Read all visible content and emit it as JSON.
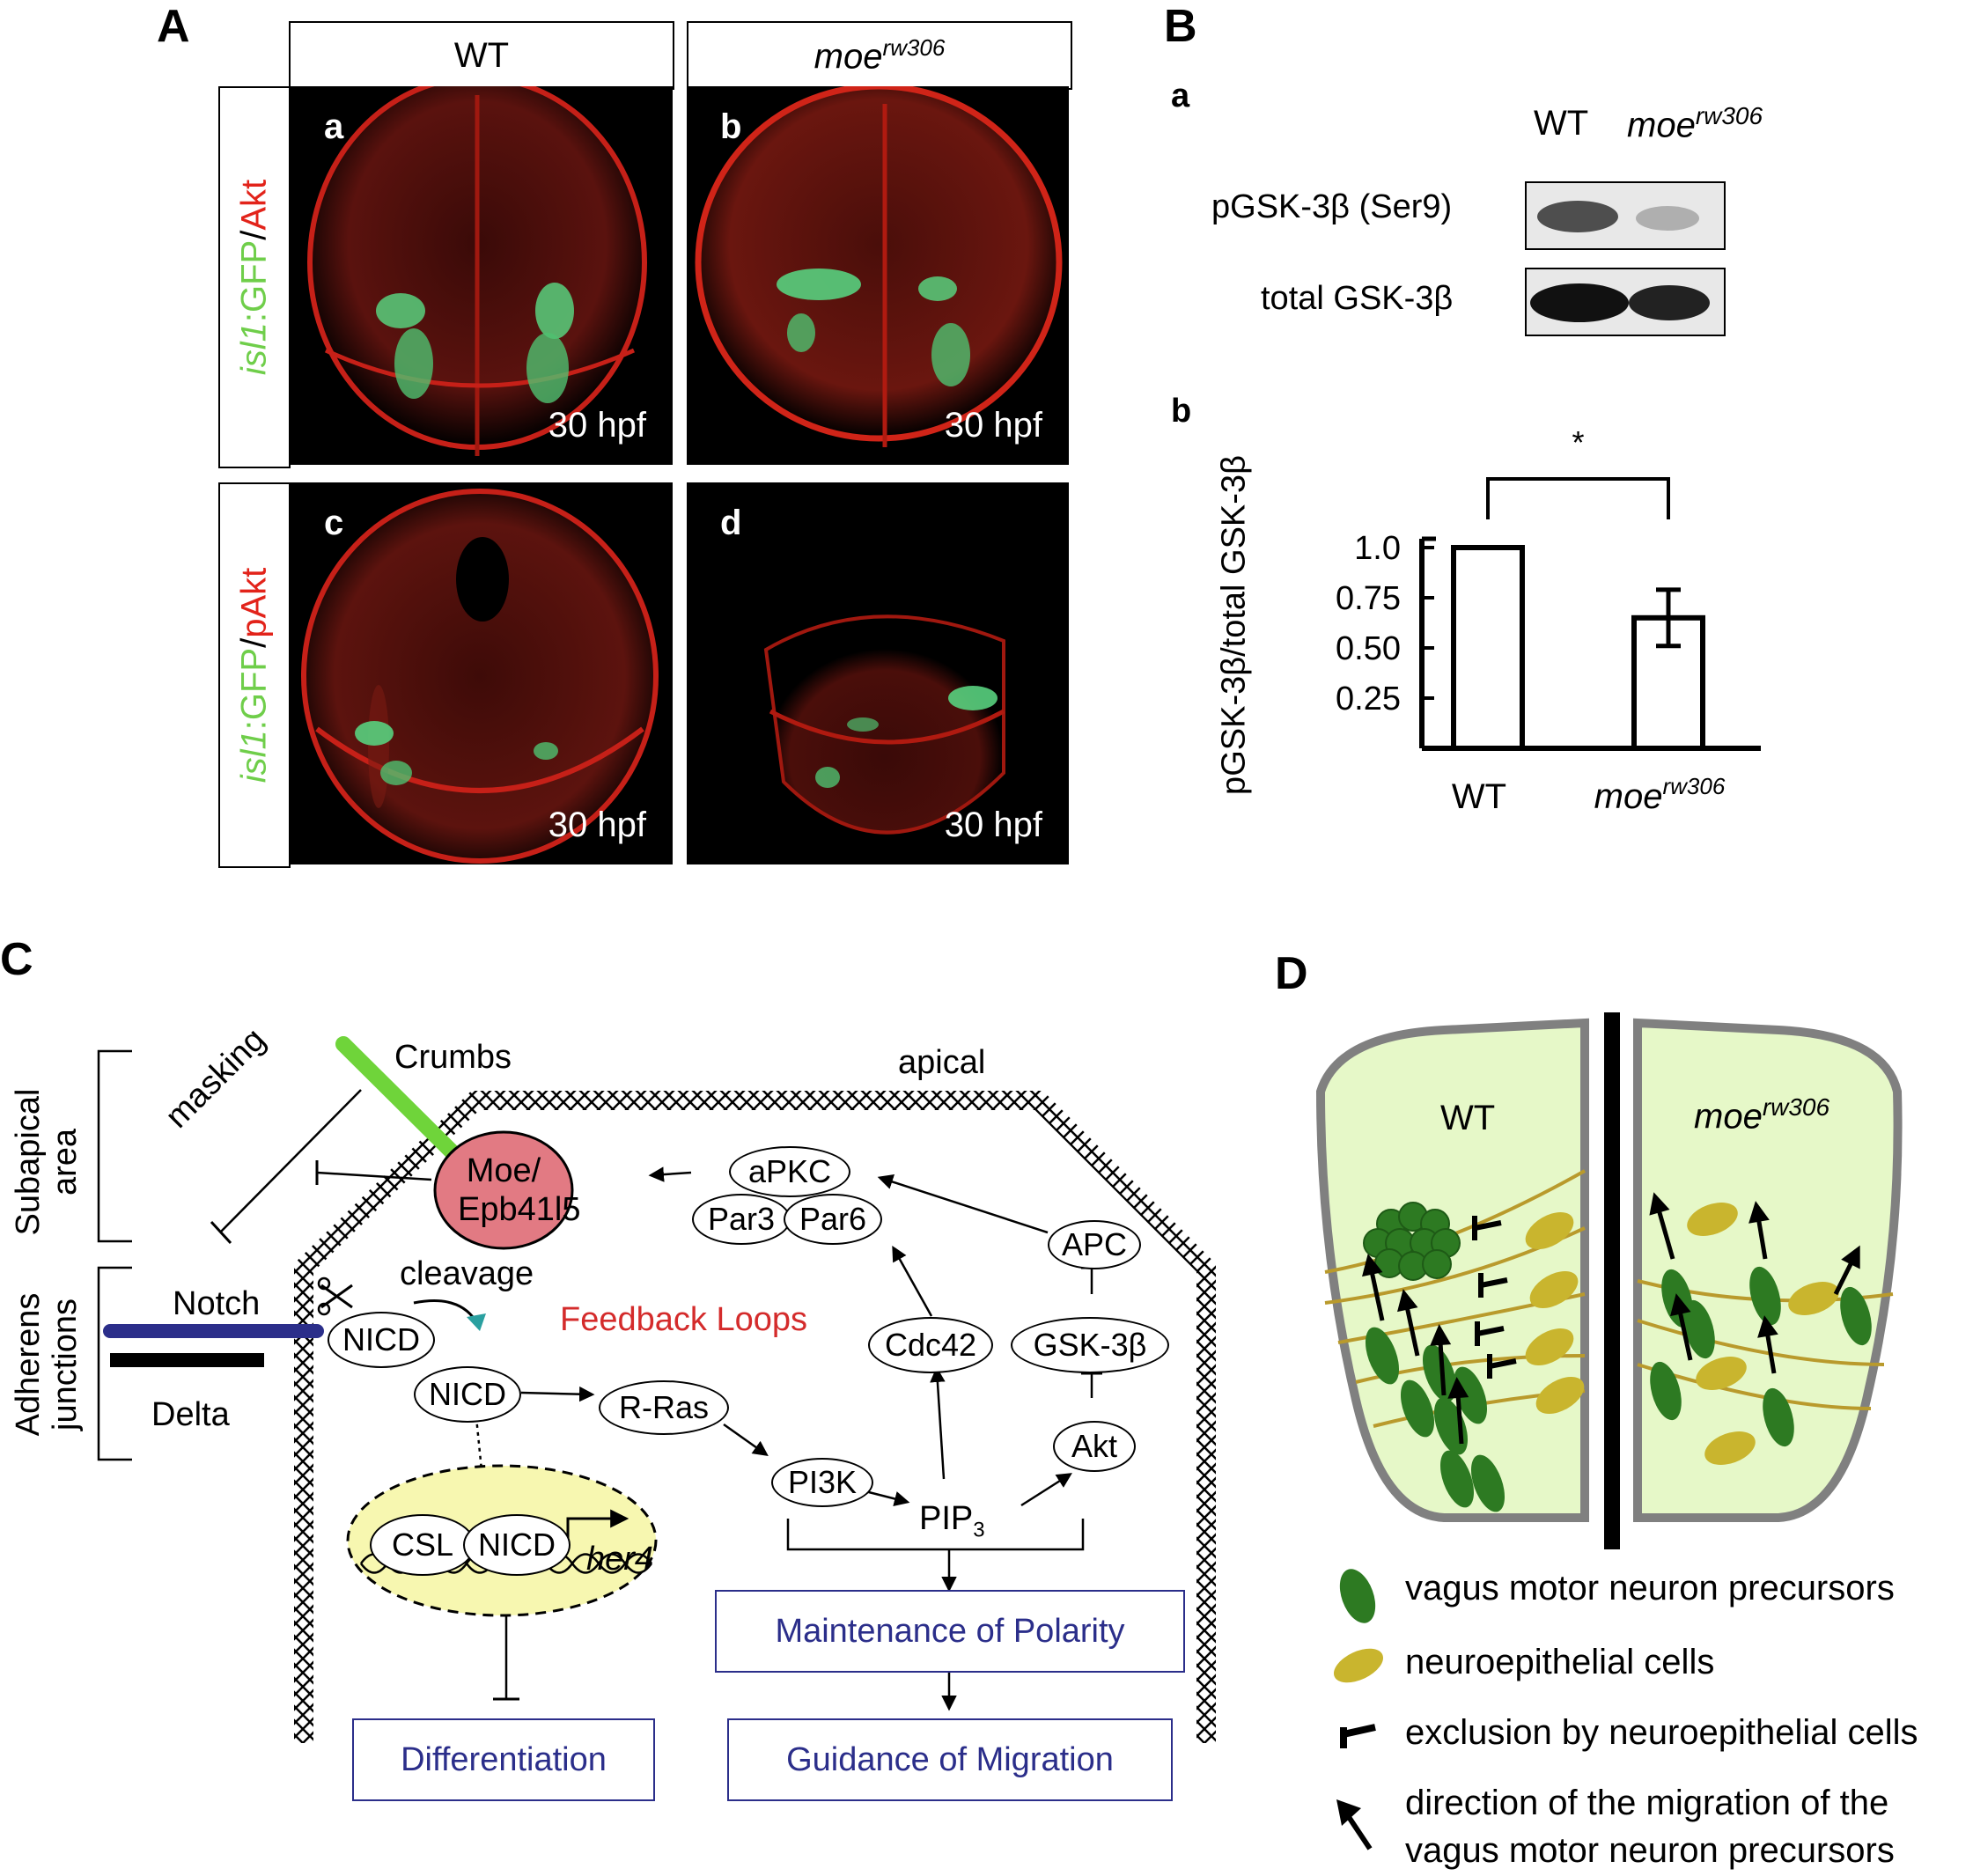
{
  "panelA": {
    "letter": "A",
    "col_wt": "WT",
    "col_moe_base": "moe",
    "col_moe_sup": "rw306",
    "row1": {
      "green_prefix": "isl1",
      "green_suffix": ":GFP",
      "sep": "/",
      "red": "Akt"
    },
    "row2": {
      "green_prefix": "isl1",
      "green_suffix": ":GFP",
      "sep": "/",
      "red": "pAkt"
    },
    "images": [
      {
        "tag": "a",
        "stage": "30 hpf"
      },
      {
        "tag": "b",
        "stage": "30 hpf"
      },
      {
        "tag": "c",
        "stage": "30 hpf"
      },
      {
        "tag": "d",
        "stage": "30 hpf"
      }
    ]
  },
  "panelB": {
    "letter": "B",
    "sub_a": "a",
    "sub_b": "b",
    "blot_col_wt": "WT",
    "blot_col_moe_base": "moe",
    "blot_col_moe_sup": "rw306",
    "blot_row1": "pGSK-3β (Ser9)",
    "blot_row2": "total GSK-3β",
    "significance": "*"
  },
  "chart_data": {
    "type": "bar",
    "categories": [
      "WT",
      "moe rw306"
    ],
    "values": [
      1.0,
      0.65
    ],
    "errors": [
      0,
      0.14
    ],
    "ylabel": "pGSK-3β/total GSK-3β",
    "ylim": [
      0,
      1.0
    ],
    "yticks": [
      "1.0",
      "0.75",
      "0.50",
      "0.25"
    ],
    "cat_wt": "WT",
    "cat_moe_base": "moe",
    "cat_moe_sup": "rw306"
  },
  "panelC": {
    "letter": "C",
    "bracket_subapical": "Subapical area",
    "bracket_subapical_l1": "Subapical",
    "bracket_subapical_l2": "area",
    "bracket_adherens_l1": "Adherens",
    "bracket_adherens_l2": "junctions",
    "crumbs": "Crumbs",
    "apical": "apical",
    "masking": "masking",
    "notch": "Notch",
    "delta": "Delta",
    "cleavage": "cleavage",
    "feedback": "Feedback Loops",
    "moe_l1": "Moe/",
    "moe_l2": "Epb41l5",
    "apkc": "aPKC",
    "par3": "Par3",
    "par6": "Par6",
    "apc": "APC",
    "gsk": "GSK-3β",
    "akt": "Akt",
    "cdc42": "Cdc42",
    "nicd1": "NICD",
    "nicd2": "NICD",
    "nicd3": "NICD",
    "csl": "CSL",
    "rras": "R-Ras",
    "pi3k": "PI3K",
    "pip_base": "PIP",
    "pip_sub": "3",
    "her4": "her4",
    "maintenance": "Maintenance of Polarity",
    "guidance": "Guidance of Migration",
    "differentiation": "Differentiation",
    "colors": {
      "moe": "#e27a83",
      "notch": "#2b2e8a",
      "crumbs": "#6fd43a",
      "feedback": "#d42b2b",
      "nucleus": "#f7f7b0"
    }
  },
  "panelD": {
    "letter": "D",
    "wt": "WT",
    "moe_base": "moe",
    "moe_sup": "rw306",
    "legend": [
      {
        "text": "vagus motor neuron precursors"
      },
      {
        "text": "neuroepithelial cells"
      },
      {
        "text": "exclusion by neuroepithelial cells"
      },
      {
        "text": "direction of the migration of the"
      },
      {
        "text": "vagus motor neuron precursors"
      }
    ],
    "colors": {
      "tissue": "#e6f8c8",
      "precursor": "#2d7a22",
      "neuroepithelial": "#c9b52e"
    }
  }
}
